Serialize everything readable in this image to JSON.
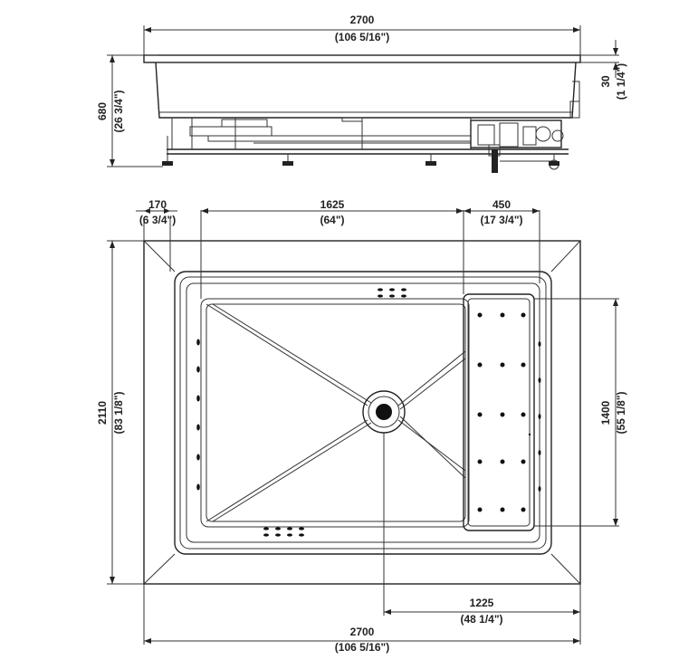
{
  "colors": {
    "line": "#222222",
    "background": "#ffffff"
  },
  "dimensions": {
    "top_length": {
      "mm": "2700",
      "inch": "(106 5/16\")"
    },
    "height": {
      "mm": "680",
      "inch": "(26 3/4\")"
    },
    "rim": {
      "mm": "30",
      "inch": "(1 1/4\")"
    },
    "border": {
      "mm": "170",
      "inch": "(6 3/4\")"
    },
    "basin_length": {
      "mm": "1625",
      "inch": "(64\")"
    },
    "seat_width": {
      "mm": "450",
      "inch": "(17 3/4\")"
    },
    "width": {
      "mm": "2110",
      "inch": "(83 1/8\")"
    },
    "seat_length": {
      "mm": "1400",
      "inch": "(55 1/8\")"
    },
    "drain_offset": {
      "mm": "1225",
      "inch": "(48 1/4\")"
    },
    "bottom_length": {
      "mm": "2700",
      "inch": "(106 5/16\")"
    }
  }
}
